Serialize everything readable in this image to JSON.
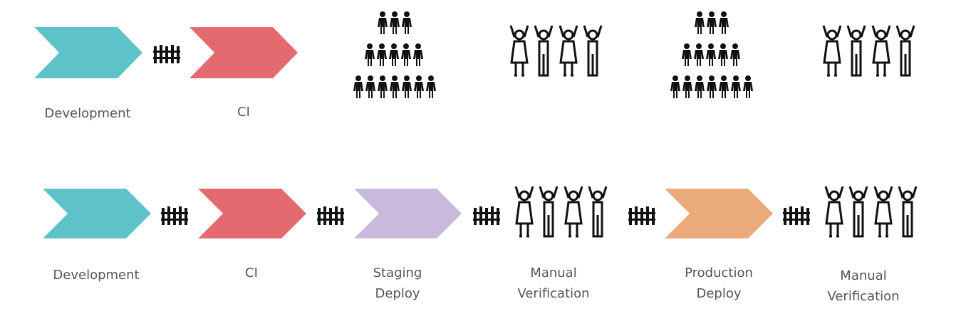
{
  "colors": {
    "development": "#5ec3c8",
    "ci": "#e36b70",
    "staging": "#c8b9dd",
    "production": "#eaaa7c",
    "icon": "#111111",
    "text": "#555555"
  },
  "rows": {
    "top": {
      "stages": [
        {
          "name": "development",
          "label": "Development"
        },
        {
          "name": "ci",
          "label": "CI"
        }
      ],
      "audience_icons": [
        "crowd-pyramid-icon",
        "people-cheering-icon",
        "crowd-pyramid-icon",
        "people-cheering-icon"
      ]
    },
    "bottom": {
      "stages": [
        {
          "name": "development",
          "label": "Development"
        },
        {
          "name": "ci",
          "label": "CI"
        },
        {
          "name": "staging-deploy",
          "label_line1": "Staging",
          "label_line2": "Deploy"
        },
        {
          "name": "manual-verification-1",
          "label_line1": "Manual",
          "label_line2": "Verification"
        },
        {
          "name": "production-deploy",
          "label_line1": "Production",
          "label_line2": "Deploy"
        },
        {
          "name": "manual-verification-2",
          "label_line1": "Manual",
          "label_line2": "Verification"
        }
      ]
    }
  }
}
